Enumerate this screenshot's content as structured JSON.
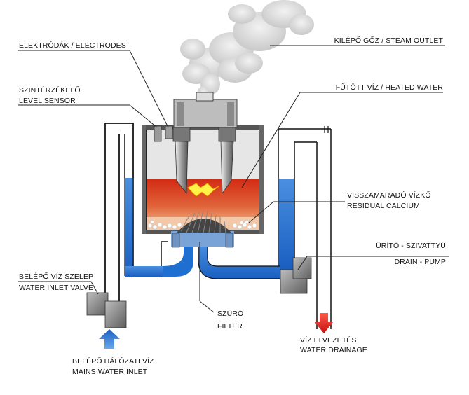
{
  "labels": {
    "electrodes": "ELEKTRÓDÁK / ELECTRODES",
    "steam_outlet": "KILÉPŐ GŐZ / STEAM OUTLET",
    "level_sensor_hu": "SZINTÉRZÉKELŐ",
    "level_sensor_en": "LEVEL SENSOR",
    "heated_water": "FŰTÖTT VÍZ / HEATED WATER",
    "residual_hu": "VISSZAMARADÓ VÍZKŐ",
    "residual_en": "RESIDUAL CALCIUM",
    "drain_pump_hu": "ÜRÍTŐ - SZIVATTYÚ",
    "drain_pump_en": "DRAIN - PUMP",
    "inlet_valve_hu": "BELÉPŐ VÍZ SZELEP",
    "inlet_valve_en": "WATER INLET VALVE",
    "filter_hu": "SZŰRŐ",
    "filter_en": "FILTER",
    "drainage_hu": "VÍZ ELVEZETÉS",
    "drainage_en": "WATER DRAINAGE",
    "mains_hu": "BELÉPŐ HÁLÓZATI VÍZ",
    "mains_en": "MAINS WATER INLET"
  },
  "colors": {
    "water": "#1f6fd0",
    "heated_water_top": "#d83a1c",
    "heated_water_bottom": "#f2b48a",
    "steam": "#dcdcdc",
    "metal": "#8a8a8a",
    "valve": "#8c8c8c",
    "drain_arrow": "#e02020",
    "inlet_arrow": "#1f6fd0",
    "spark": "#ffee00"
  }
}
